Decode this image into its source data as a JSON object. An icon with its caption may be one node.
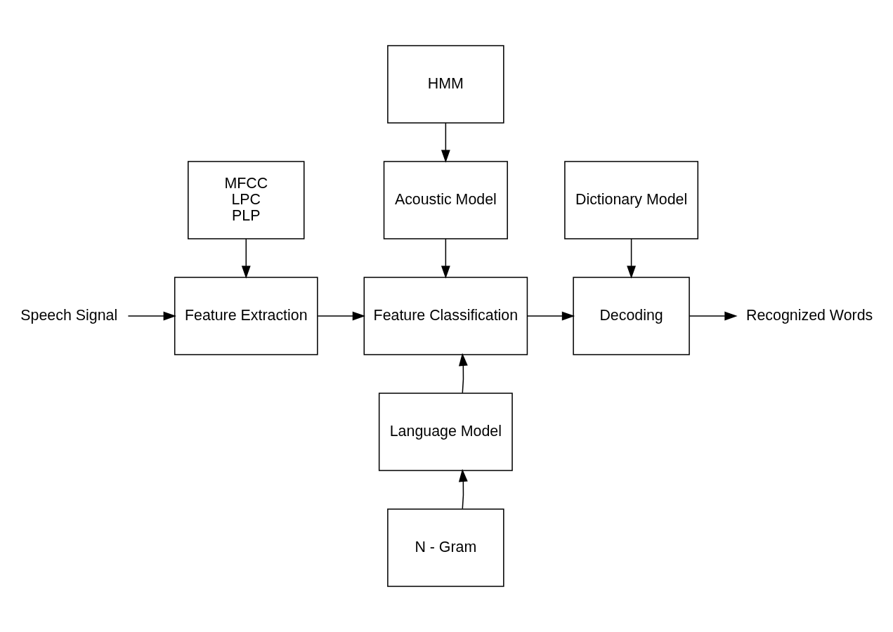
{
  "diagram": {
    "nodes": [
      {
        "text": [
          "HMM"
        ]
      },
      {
        "text": [
          "MFCC",
          "LPC",
          "PLP"
        ]
      },
      {
        "text": [
          "Acoustic Model"
        ]
      },
      {
        "text": [
          "Dictionary Model"
        ]
      },
      {
        "text": [
          "Speech Signal"
        ]
      },
      {
        "text": [
          "Feature Extraction"
        ]
      },
      {
        "text": [
          "Feature Classification"
        ]
      },
      {
        "text": [
          "Decoding"
        ]
      },
      {
        "text": [
          "Recognized Words"
        ]
      },
      {
        "text": [
          "Language Model"
        ]
      },
      {
        "text": [
          "N - Gram"
        ]
      }
    ],
    "edges": [
      {
        "from": 0,
        "to": 2,
        "arrow": "to"
      },
      {
        "from": 1,
        "to": 5,
        "arrow": "to"
      },
      {
        "from": 2,
        "to": 6,
        "arrow": "to"
      },
      {
        "from": 3,
        "to": 7,
        "arrow": "to"
      },
      {
        "from": 4,
        "to": 5,
        "arrow": "to"
      },
      {
        "from": 5,
        "to": 6,
        "arrow": "to"
      },
      {
        "from": 6,
        "to": 7,
        "arrow": "to"
      },
      {
        "from": 7,
        "to": 8,
        "arrow": "to"
      },
      {
        "from": 9,
        "to": 6,
        "arrow": "to"
      },
      {
        "from": 10,
        "to": 9,
        "arrow": "to"
      }
    ]
  }
}
